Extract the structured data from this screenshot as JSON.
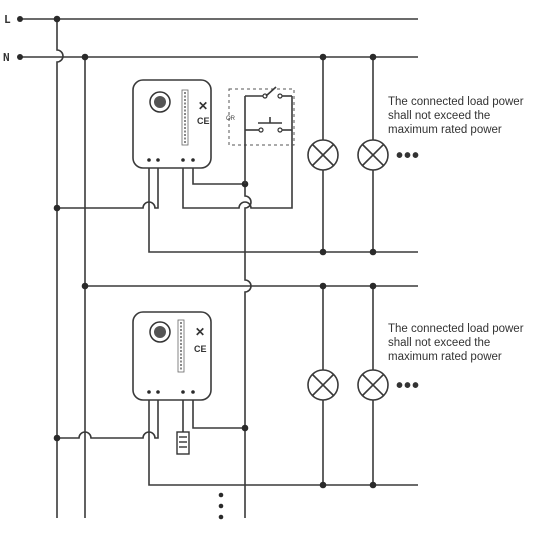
{
  "terminals": {
    "live": "L",
    "neutral": "N"
  },
  "alternative_label": "OR",
  "notes": {
    "upper": [
      "The connected load power",
      "shall not exceed the",
      "maximum rated power"
    ],
    "lower": [
      "The connected load power",
      "shall not exceed the",
      "maximum rated power"
    ]
  },
  "continuation_marker": "•••",
  "vertical_continuation": "⋮"
}
